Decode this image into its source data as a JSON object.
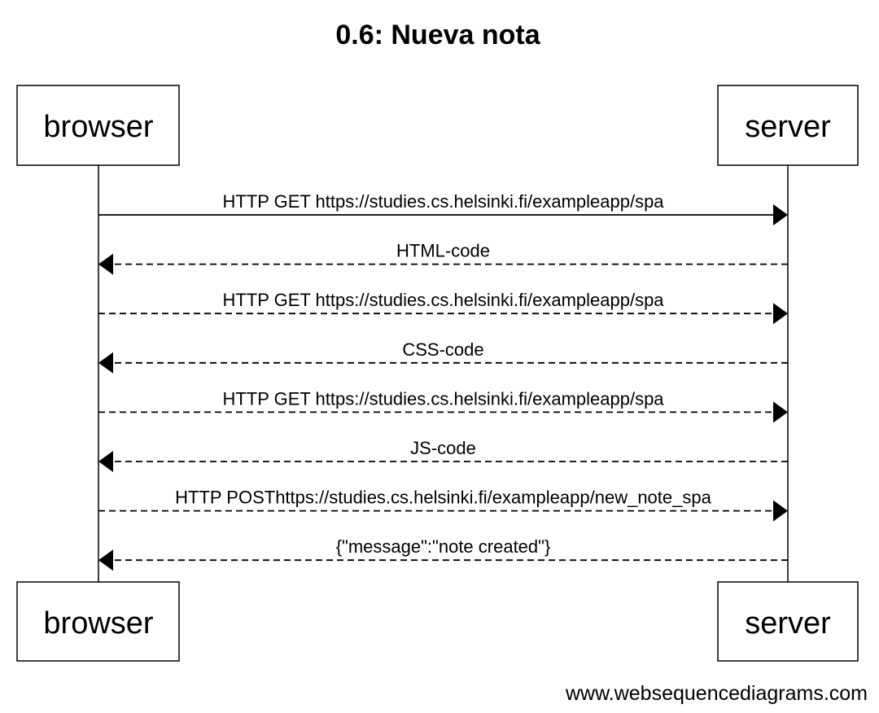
{
  "title": "0.6: Nueva nota",
  "participants": [
    {
      "id": "browser",
      "label": "browser"
    },
    {
      "id": "server",
      "label": "server"
    }
  ],
  "messages": [
    {
      "from": "browser",
      "to": "server",
      "label": "HTTP GET https://studies.cs.helsinki.fi/exampleapp/spa",
      "style": "solid"
    },
    {
      "from": "server",
      "to": "browser",
      "label": "HTML-code",
      "style": "dashed"
    },
    {
      "from": "browser",
      "to": "server",
      "label": "HTTP GET https://studies.cs.helsinki.fi/exampleapp/spa",
      "style": "dashed"
    },
    {
      "from": "server",
      "to": "browser",
      "label": "CSS-code",
      "style": "dashed"
    },
    {
      "from": "browser",
      "to": "server",
      "label": "HTTP GET https://studies.cs.helsinki.fi/exampleapp/spa",
      "style": "dashed"
    },
    {
      "from": "server",
      "to": "browser",
      "label": "JS-code",
      "style": "dashed"
    },
    {
      "from": "browser",
      "to": "server",
      "label": "HTTP POSThttps://studies.cs.helsinki.fi/exampleapp/new_note_spa",
      "style": "dashed"
    },
    {
      "from": "server",
      "to": "browser",
      "label": "{\"message\":\"note created\"}",
      "style": "dashed"
    }
  ],
  "watermark": "www.websequencediagrams.com"
}
